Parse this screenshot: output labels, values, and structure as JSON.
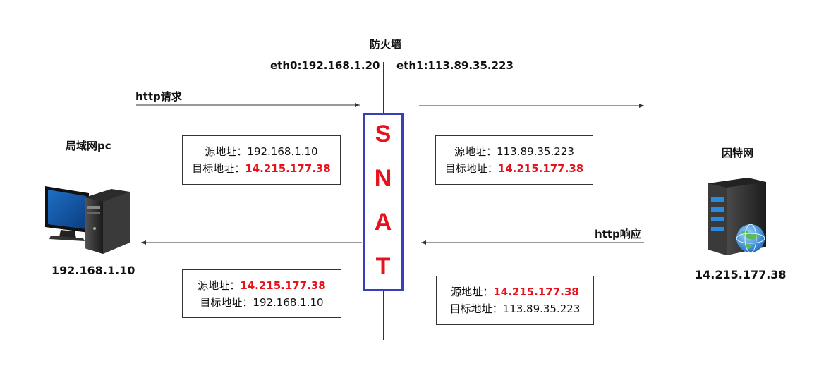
{
  "firewall": {
    "title": "防火墙",
    "eth0": "eth0:192.168.1.20",
    "eth1": "eth1:113.89.35.223",
    "nat_letters": [
      "S",
      "N",
      "A",
      "T"
    ]
  },
  "arrows": {
    "request_label": "http请求",
    "response_label": "http响应"
  },
  "lan": {
    "title": "局域网pc",
    "ip": "192.168.1.10",
    "icon": "desktop-pc-icon"
  },
  "internet": {
    "title": "因特网",
    "ip": "14.215.177.38",
    "icon": "server-globe-icon"
  },
  "packets": {
    "req_lan": {
      "src_label": "源地址：",
      "src": "192.168.1.10",
      "dst_label": "目标地址：",
      "dst": "14.215.177.38"
    },
    "req_wan": {
      "src_label": "源地址：",
      "src": "113.89.35.223",
      "dst_label": "目标地址：",
      "dst": "14.215.177.38"
    },
    "resp_lan": {
      "src_label": "源地址：",
      "src": "14.215.177.38",
      "dst_label": "目标地址：",
      "dst": "192.168.1.10"
    },
    "resp_wan": {
      "src_label": "源地址：",
      "src": "14.215.177.38",
      "dst_label": "目标地址：",
      "dst": "113.89.35.223"
    }
  },
  "colors": {
    "highlight": "#e8121c",
    "nat_border": "#3b3fb5"
  }
}
